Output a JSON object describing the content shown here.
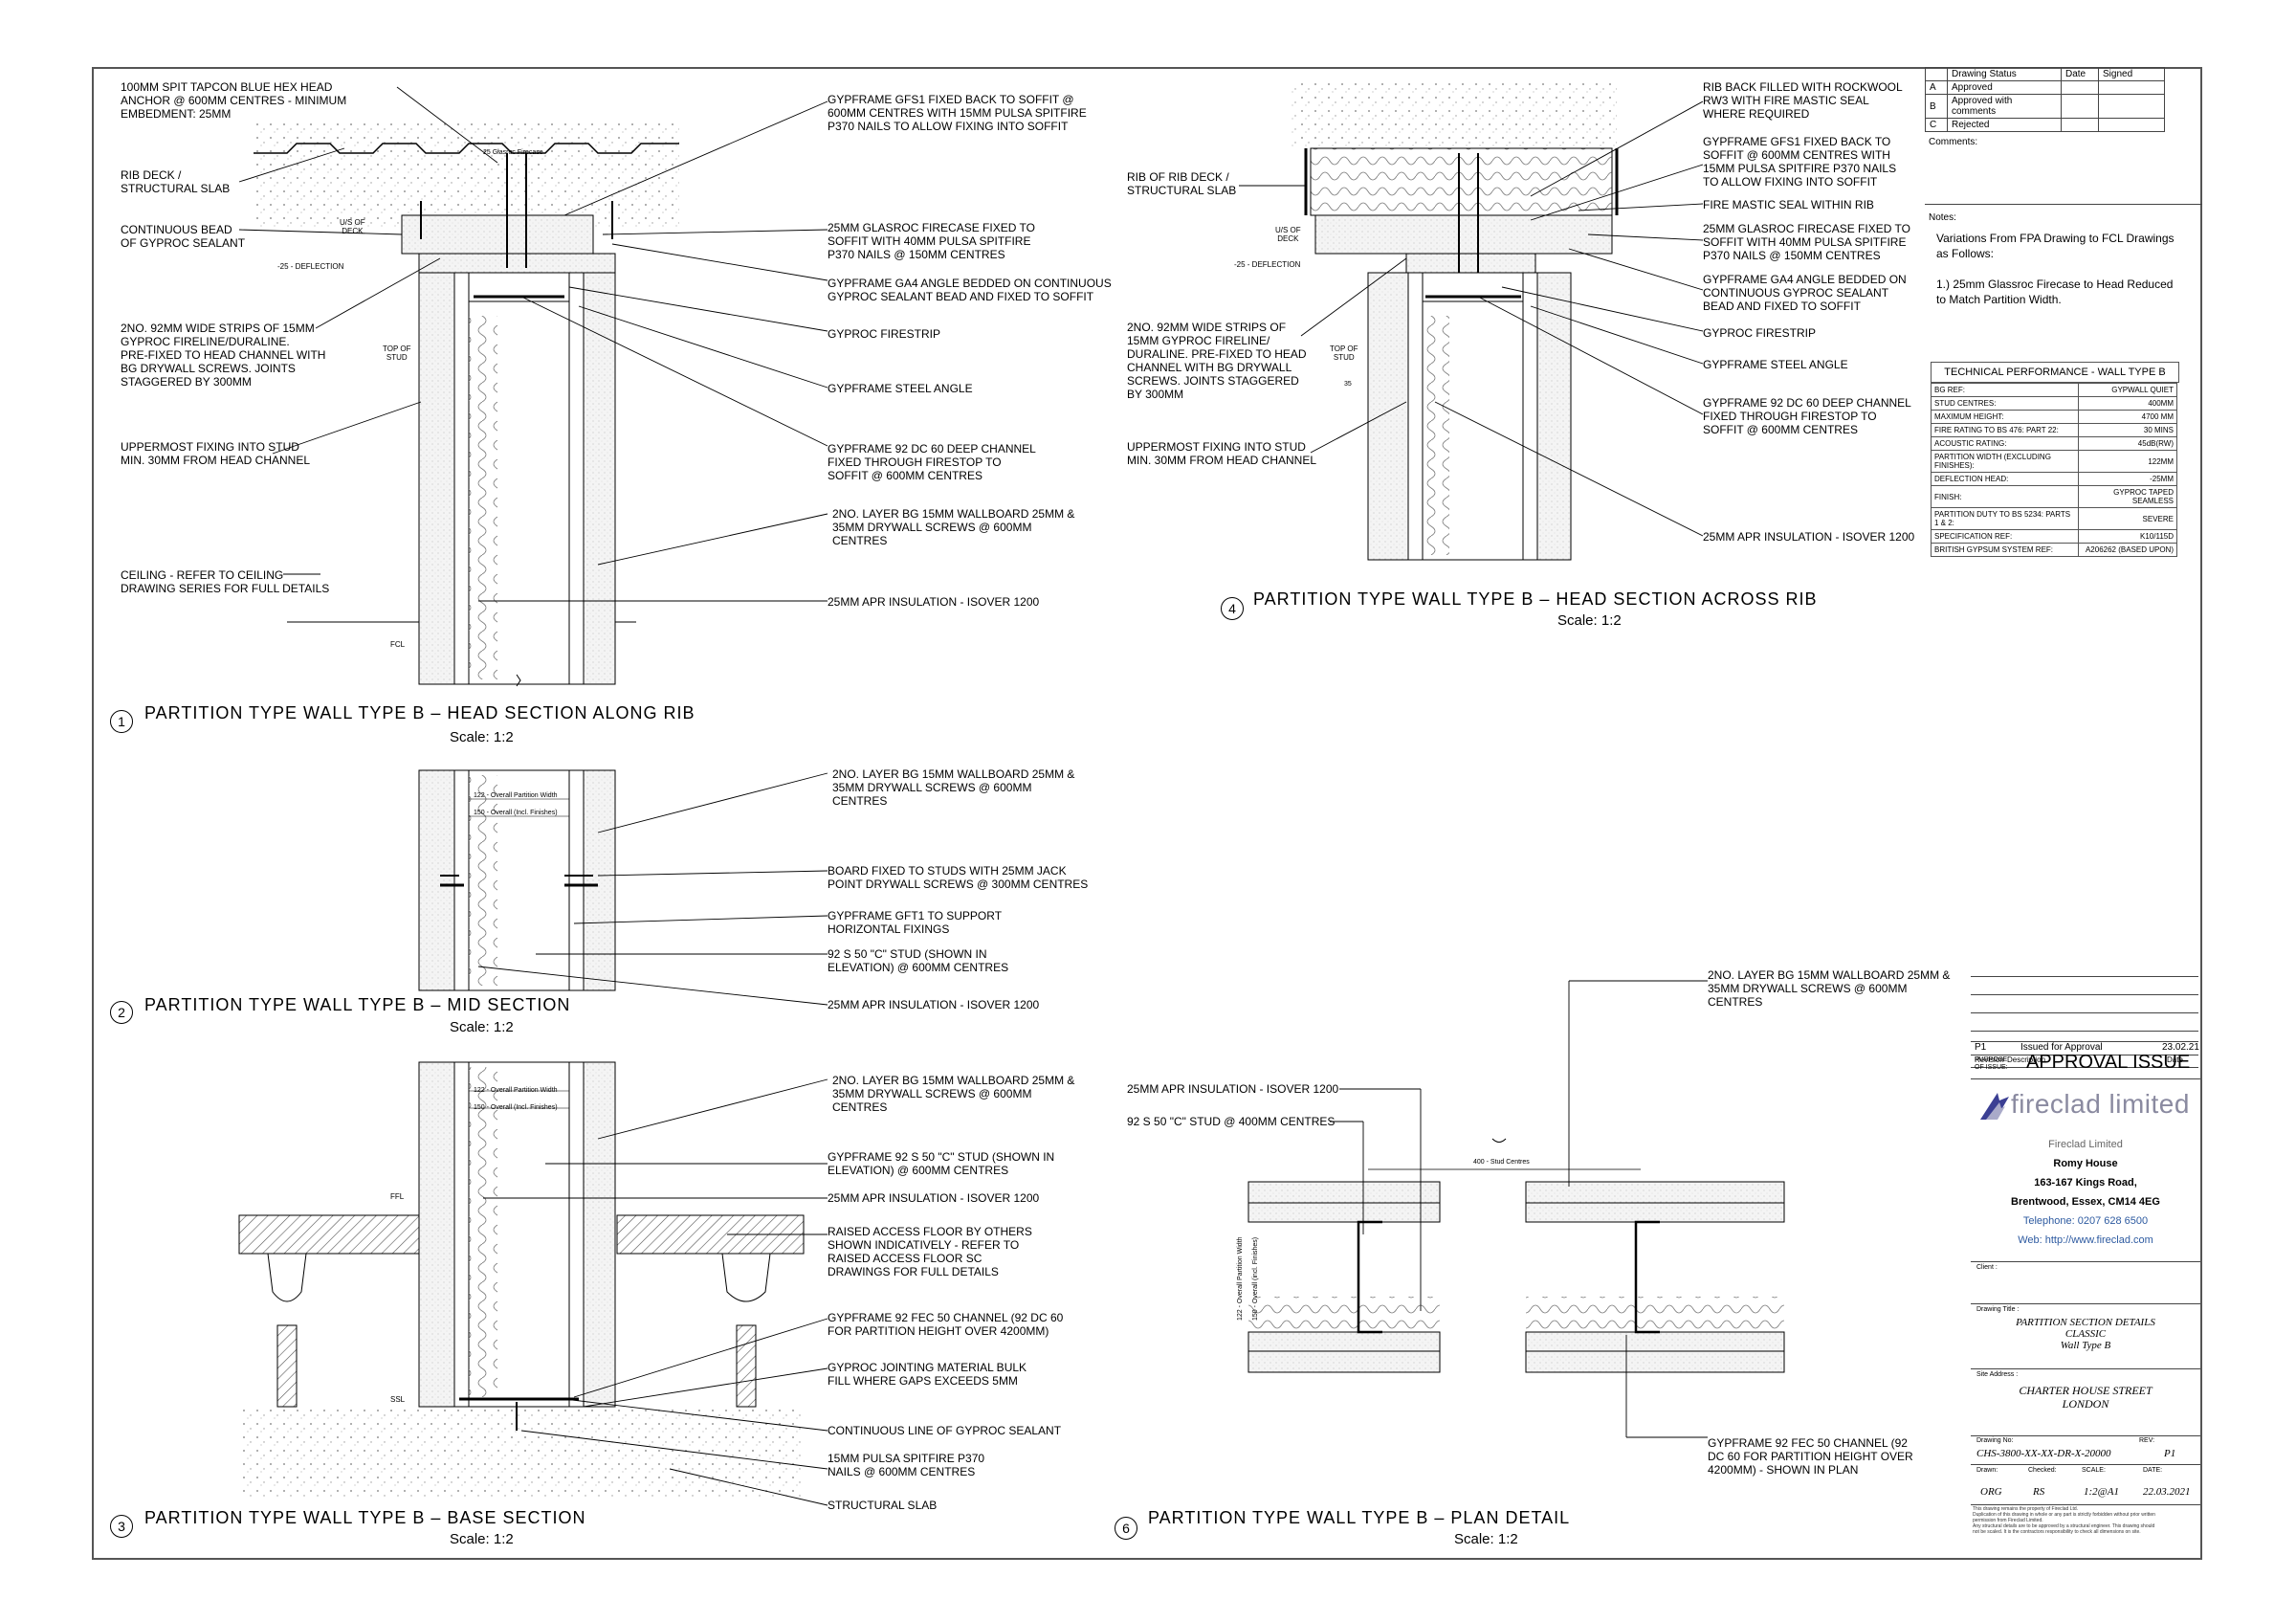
{
  "details": {
    "d1": {
      "num": "1",
      "title": "PARTITION  TYPE  WALL  TYPE  B  –  HEAD  SECTION  ALONG  RIB",
      "scale": "Scale:  1:2"
    },
    "d2": {
      "num": "2",
      "title": "PARTITION  TYPE  WALL  TYPE  B  –  MID  SECTION",
      "scale": "Scale:  1:2"
    },
    "d3": {
      "num": "3",
      "title": "PARTITION  TYPE  WALL  TYPE  B  –  BASE  SECTION",
      "scale": "Scale:  1:2"
    },
    "d4": {
      "num": "4",
      "title": "PARTITION  TYPE  WALL  TYPE  B  –  HEAD  SECTION  ACROSS  RIB",
      "scale": "Scale:  1:2"
    },
    "d6": {
      "num": "6",
      "title": "PARTITION  TYPE  WALL  TYPE  B  –  PLAN  DETAIL",
      "scale": "Scale:  1:2"
    }
  },
  "labels": {
    "d1_left": [
      "100MM SPIT TAPCON BLUE HEX HEAD\nANCHOR @ 600MM CENTRES - MINIMUM\nEMBEDMENT: 25MM",
      "RIB DECK /\nSTRUCTURAL SLAB",
      "CONTINUOUS BEAD\nOF GYPROC SEALANT",
      "2NO. 92MM WIDE STRIPS OF 15MM\nGYPROC FIRELINE/DURALINE.\nPRE-FIXED TO HEAD CHANNEL WITH\nBG DRYWALL SCREWS. JOINTS\nSTAGGERED BY 300MM",
      "UPPERMOST FIXING INTO STUD\nMIN. 30MM FROM HEAD CHANNEL",
      "CEILING - REFER TO CEILING\nDRAWING SERIES FOR FULL DETAILS"
    ],
    "d1_right": [
      "GYPFRAME GFS1 FIXED BACK TO SOFFIT @\n600MM CENTRES WITH 15MM PULSA SPITFIRE\nP370 NAILS TO ALLOW FIXING INTO SOFFIT",
      "25MM GLASROC FIRECASE FIXED TO\nSOFFIT WITH 40MM PULSA SPITFIRE\nP370 NAILS @ 150MM CENTRES",
      "GYPFRAME GA4 ANGLE BEDDED ON CONTINUOUS\nGYPROC SEALANT BEAD AND FIXED TO SOFFIT",
      "GYPROC FIRESTRIP",
      "GYPFRAME STEEL ANGLE",
      "GYPFRAME 92 DC 60 DEEP CHANNEL\nFIXED THROUGH FIRESTOP TO\nSOFFIT @ 600MM CENTRES",
      "2NO. LAYER BG 15MM WALLBOARD 25MM &\n35MM DRYWALL SCREWS @ 600MM\nCENTRES",
      "25MM APR INSULATION - ISOVER 1200"
    ],
    "d1_dims": {
      "uosdeck": "U/S OF\nDECK",
      "defl": "-25 - DEFLECTION",
      "topstud": "TOP OF\nSTUD",
      "fcl": "FCL",
      "firecase": "25 Glasroc Firecase"
    },
    "d2_right": [
      "2NO. LAYER BG 15MM WALLBOARD 25MM &\n35MM DRYWALL SCREWS @ 600MM\nCENTRES",
      "BOARD FIXED TO STUDS WITH 25MM JACK\nPOINT DRYWALL SCREWS @ 300MM CENTRES",
      "GYPFRAME GFT1 TO SUPPORT\nHORIZONTAL FIXINGS",
      "92 S 50 \"C\" STUD (SHOWN IN\nELEVATION) @ 600MM CENTRES",
      "25MM APR INSULATION - ISOVER 1200"
    ],
    "dims_width": {
      "a": "122 - Overall Partition Width",
      "b": "150 - Overall (Incl. Finishes)"
    },
    "d3_right": [
      "2NO. LAYER BG 15MM WALLBOARD 25MM &\n35MM DRYWALL SCREWS @ 600MM\nCENTRES",
      "GYPFRAME 92 S 50 \"C\" STUD (SHOWN IN\nELEVATION) @ 600MM CENTRES",
      "25MM APR INSULATION - ISOVER 1200",
      "RAISED ACCESS FLOOR BY OTHERS\nSHOWN INDICATIVELY - REFER TO\nRAISED ACCESS FLOOR SC\nDRAWINGS FOR FULL DETAILS",
      "GYPFRAME 92 FEC 50 CHANNEL (92 DC 60\nFOR PARTITION HEIGHT OVER 4200MM)",
      "GYPROC JOINTING MATERIAL BULK\nFILL WHERE GAPS EXCEEDS 5MM",
      "CONTINUOUS LINE OF GYPROC SEALANT",
      "15MM PULSA SPITFIRE P370\nNAILS @ 600MM CENTRES",
      "STRUCTURAL SLAB"
    ],
    "d3_dims": {
      "ffl": "FFL",
      "ssl": "SSL"
    },
    "d4_left": [
      "RIB OF RIB DECK /\nSTRUCTURAL SLAB",
      "2NO. 92MM WIDE STRIPS OF\n15MM GYPROC FIRELINE/\nDURALINE. PRE-FIXED TO HEAD\nCHANNEL WITH BG DRYWALL\nSCREWS. JOINTS STAGGERED\nBY 300MM",
      "UPPERMOST FIXING INTO STUD\nMIN. 30MM FROM HEAD CHANNEL"
    ],
    "d4_right": [
      "RIB BACK FILLED WITH ROCKWOOL\nRW3 WITH FIRE MASTIC SEAL\nWHERE REQUIRED",
      "GYPFRAME GFS1 FIXED BACK TO\nSOFFIT @ 600MM CENTRES WITH\n15MM PULSA SPITFIRE P370 NAILS\nTO ALLOW FIXING INTO SOFFIT",
      "FIRE MASTIC SEAL WITHIN RIB",
      "25MM GLASROC FIRECASE FIXED TO\nSOFFIT WITH 40MM PULSA SPITFIRE\nP370 NAILS @ 150MM CENTRES",
      "GYPFRAME GA4 ANGLE BEDDED ON\nCONTINUOUS GYPROC SEALANT\nBEAD AND FIXED TO SOFFIT",
      "GYPROC FIRESTRIP",
      "GYPFRAME STEEL ANGLE",
      "GYPFRAME 92 DC 60 DEEP CHANNEL\nFIXED THROUGH FIRESTOP TO\nSOFFIT @ 600MM CENTRES",
      "25MM APR INSULATION - ISOVER 1200"
    ],
    "d4_dims": {
      "uosdeck": "U/S OF\nDECK",
      "defl": "-25 - DEFLECTION",
      "topstud": "TOP OF\nSTUD",
      "h": "35"
    },
    "d6_left": [
      "25MM APR INSULATION - ISOVER 1200",
      "92 S 50 \"C\" STUD @ 400MM CENTRES"
    ],
    "d6_right": [
      "2NO. LAYER BG 15MM WALLBOARD 25MM &\n35MM DRYWALL SCREWS @ 600MM\nCENTRES",
      "GYPFRAME 92 FEC 50 CHANNEL (92\nDC 60 FOR PARTITION HEIGHT OVER\n4200MM) - SHOWN IN PLAN"
    ],
    "d6_dims": {
      "studc": "400 - Stud Centres",
      "w1": "122 - Overall Partition Width",
      "w2": "150 - Overall (incl. Finishes)"
    }
  },
  "title_block": {
    "status_header": [
      "Drawing Status",
      "Date",
      "Signed"
    ],
    "status_rows": [
      [
        "A",
        "Approved"
      ],
      [
        "B",
        "Approved with\ncomments"
      ],
      [
        "C",
        "Rejected"
      ]
    ],
    "comments": "Comments:",
    "notes_label": "Notes:",
    "notes_text": "Variations From FPA Drawing to FCL Drawings\nas Follows:\n\n1.) 25mm Glassroc Firecase to Head Reduced\nto Match Partition Width.",
    "perf_title": "TECHNICAL PERFORMANCE - WALL TYPE B",
    "perf_rows": [
      [
        "BG REF:",
        "GYPWALL QUIET"
      ],
      [
        "STUD CENTRES:",
        "400MM"
      ],
      [
        "MAXIMUM HEIGHT:",
        "4700 MM"
      ],
      [
        "FIRE RATING TO BS 476: PART 22:",
        "30 MINS"
      ],
      [
        "ACOUSTIC RATING:",
        "45dB(RW)"
      ],
      [
        "PARTITION WIDTH (EXCLUDING FINISHES):",
        "122MM"
      ],
      [
        "DEFLECTION HEAD:",
        "-25MM"
      ],
      [
        "FINISH:",
        "GYPROC TAPED SEAMLESS"
      ],
      [
        "PARTITION DUTY TO BS 5234: PARTS 1 & 2:",
        "SEVERE"
      ],
      [
        "SPECIFICATION REF:",
        "K10/115D"
      ],
      [
        "BRITISH GYPSUM SYSTEM REF:",
        "A206262 (BASED UPON)"
      ]
    ],
    "rev": {
      "code": "P1",
      "desc": "Issued for Approval",
      "date": "23.02.21",
      "h_rev": "Revision",
      "h_desc": "Description",
      "h_date": "Date"
    },
    "purpose_label": "PURPOSE\nOF ISSUE:",
    "purpose": "APPROVAL ISSUE",
    "logo": "fireclad limited",
    "company": "Fireclad Limited",
    "addr1": "Romy House",
    "addr2": "163-167 Kings Road,",
    "addr3": "Brentwood, Essex, CM14 4EG",
    "tel": "Telephone:  0207 628 6500",
    "web": "Web: http://www.fireclad.com",
    "client_label": "Client :",
    "dtitle_label": "Drawing Title :",
    "dtitle1": "PARTITION SECTION DETAILS",
    "dtitle2": "CLASSIC",
    "dtitle3": "Wall Type B",
    "site_label": "Site Address :",
    "site1": "CHARTER HOUSE STREET",
    "site2": "LONDON",
    "dwgno_label": "Drawing No:",
    "rev_label": "REV:",
    "dwgno": "CHS-3800-XX-XX-DR-X-20000",
    "revno": "P1",
    "h_drawn": "Drawn:",
    "h_checked": "Checked:",
    "h_scale": "SCALE:",
    "h_date": "DATE:",
    "drawn": "ORG",
    "checked": "RS",
    "scale": "1:2@A1",
    "date": "22.03.2021",
    "disclaimer": "This drawing remains the property of Fireclad Ltd.\nDuplication of this drawing in whole or any part is strictly forbidden without prior written\npermission from Fireclad Limited.\nAny structural details are to be approved by a structural engineer. This drawing should\nnot be scaled. It is the contractors responsibility to check all dimensions on site."
  }
}
